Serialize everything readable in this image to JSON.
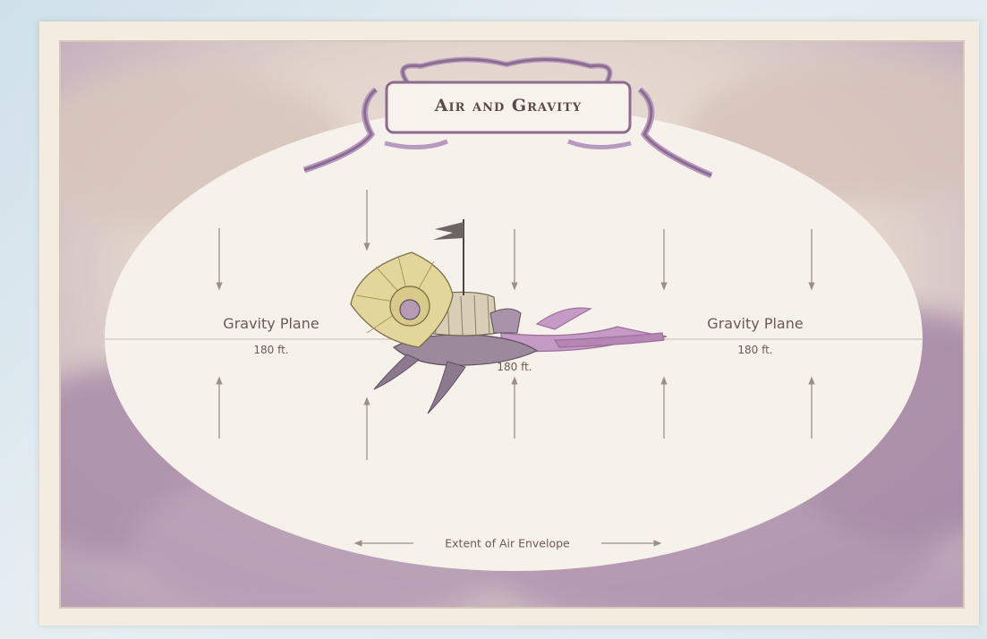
{
  "title": "Air and Gravity",
  "planes": {
    "left": {
      "label": "Gravity Plane",
      "distance": "180 ft."
    },
    "right": {
      "label": "Gravity Plane",
      "distance": "180 ft."
    },
    "center": {
      "distance": "180 ft."
    }
  },
  "envelope_label": "Extent of Air Envelope",
  "colors": {
    "card": "#f4ebe1",
    "ellipse": "#f7f1ec",
    "cloud": "#b9a3b5",
    "frame": "#b79ac0",
    "ship_sail": "#e2d69a",
    "ship_hull": "#a895a8",
    "ship_tentacles": "#b98ab8",
    "arrow": "#9d8f88"
  },
  "icons": [
    "spelljammer-ship-illustration",
    "ornate-title-frame",
    "gravity-arrow"
  ]
}
